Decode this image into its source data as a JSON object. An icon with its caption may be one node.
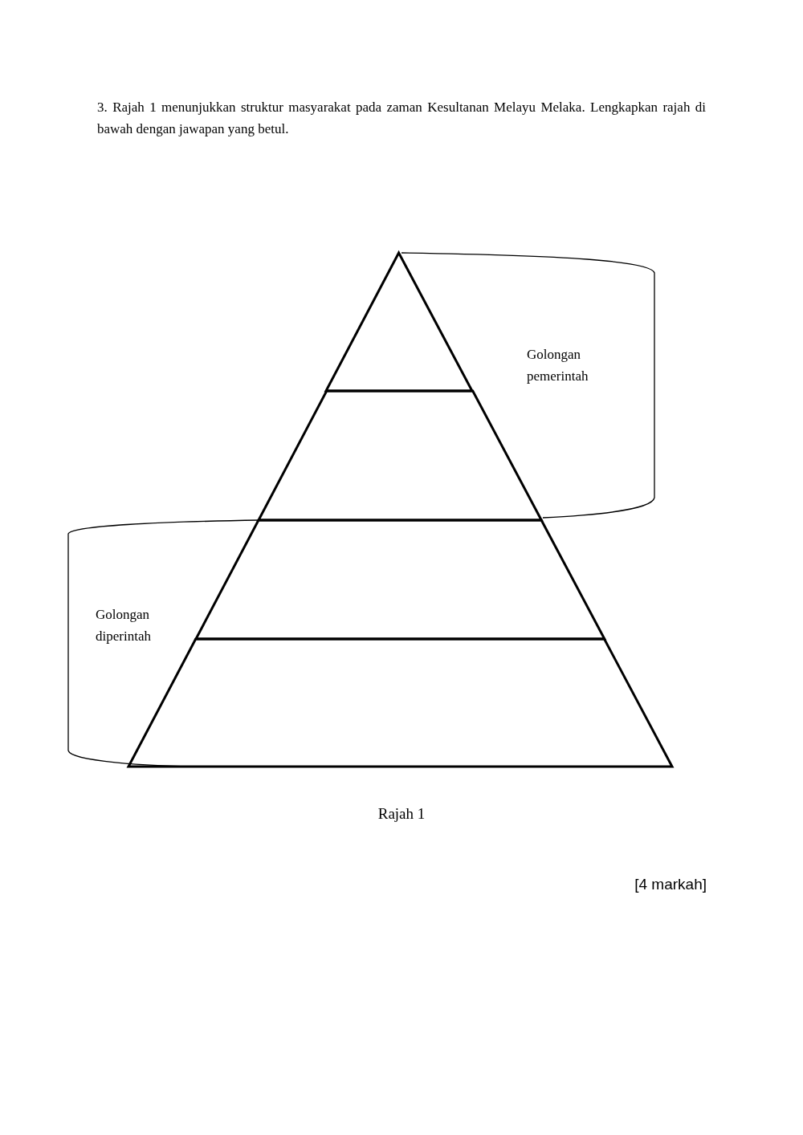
{
  "diagram": {
    "title": "3. Rajah 1 menunjukkan struktur masyarakat pada zaman Kesultanan Melayu Melaka. Lengkapkan rajah di bawah dengan jawapan yang betul.",
    "caption": "Rajah 1",
    "nodes": [
      {
        "text": [],
        "shape": "triangle"
      },
      {
        "text": [],
        "shape": "trapezoid"
      },
      {
        "text": [],
        "shape": "trapezoid"
      },
      {
        "text": [],
        "shape": "trapezoid"
      }
    ],
    "labels": [
      "Golongan pemerintah",
      "Golongan diperintah",
      "[4 markah]"
    ]
  }
}
